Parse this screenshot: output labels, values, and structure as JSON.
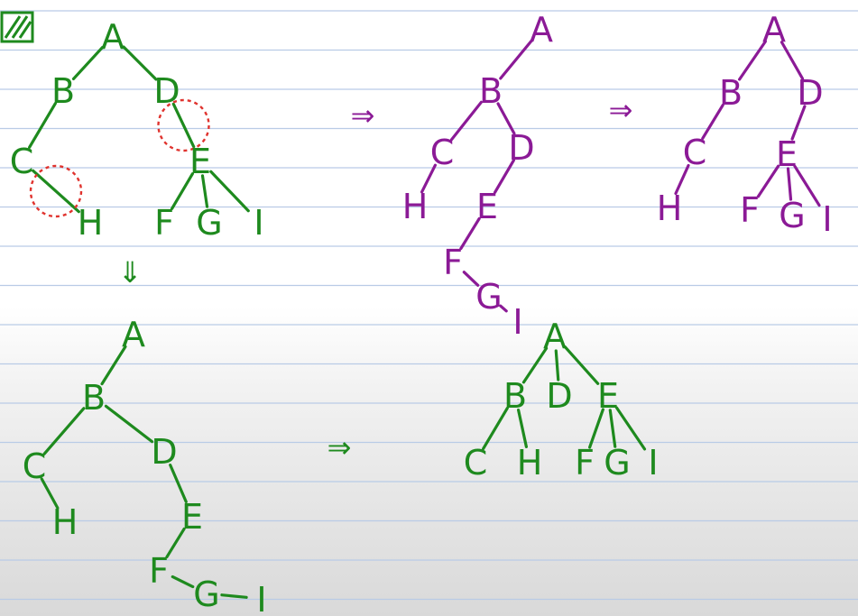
{
  "colors": {
    "green": "#1e8a1e",
    "purple": "#8b1a96",
    "marker": "#e0332e",
    "rule": "#b9cbe6"
  },
  "icons": {
    "corner": "hatched-box-icon"
  },
  "trees": [
    {
      "id": "tree-original",
      "color": "green",
      "nodes": [
        {
          "id": "A",
          "label": "A"
        },
        {
          "id": "B",
          "label": "B"
        },
        {
          "id": "D",
          "label": "D"
        },
        {
          "id": "C",
          "label": "C"
        },
        {
          "id": "E",
          "label": "E"
        },
        {
          "id": "H",
          "label": "H"
        },
        {
          "id": "F",
          "label": "F"
        },
        {
          "id": "G",
          "label": "G"
        },
        {
          "id": "I",
          "label": "I"
        }
      ],
      "edges": [
        [
          "A",
          "B"
        ],
        [
          "A",
          "D"
        ],
        [
          "B",
          "C"
        ],
        [
          "D",
          "E"
        ],
        [
          "C",
          "H"
        ],
        [
          "E",
          "F"
        ],
        [
          "E",
          "G"
        ],
        [
          "E",
          "I"
        ]
      ],
      "circled_edges": [
        [
          "D",
          "E"
        ],
        [
          "C",
          "H"
        ]
      ]
    },
    {
      "id": "tree-binary-purple",
      "color": "purple",
      "nodes": [
        {
          "id": "A",
          "label": "A"
        },
        {
          "id": "B",
          "label": "B"
        },
        {
          "id": "C",
          "label": "C"
        },
        {
          "id": "D",
          "label": "D"
        },
        {
          "id": "H",
          "label": "H"
        },
        {
          "id": "E",
          "label": "E"
        },
        {
          "id": "F",
          "label": "F"
        },
        {
          "id": "G",
          "label": "G"
        },
        {
          "id": "I",
          "label": "I"
        }
      ],
      "edges": [
        [
          "A",
          "B"
        ],
        [
          "B",
          "C"
        ],
        [
          "B",
          "D"
        ],
        [
          "C",
          "H"
        ],
        [
          "D",
          "E"
        ],
        [
          "E",
          "F"
        ],
        [
          "F",
          "G"
        ],
        [
          "G",
          "I"
        ]
      ]
    },
    {
      "id": "tree-restored-purple",
      "color": "purple",
      "nodes": [
        {
          "id": "A",
          "label": "A"
        },
        {
          "id": "B",
          "label": "B"
        },
        {
          "id": "D",
          "label": "D"
        },
        {
          "id": "C",
          "label": "C"
        },
        {
          "id": "E",
          "label": "E"
        },
        {
          "id": "H",
          "label": "H"
        },
        {
          "id": "F",
          "label": "F"
        },
        {
          "id": "G",
          "label": "G"
        },
        {
          "id": "I",
          "label": "I"
        }
      ],
      "edges": [
        [
          "A",
          "B"
        ],
        [
          "A",
          "D"
        ],
        [
          "B",
          "C"
        ],
        [
          "D",
          "E"
        ],
        [
          "C",
          "H"
        ],
        [
          "E",
          "F"
        ],
        [
          "E",
          "G"
        ],
        [
          "E",
          "I"
        ]
      ]
    },
    {
      "id": "tree-binary-green",
      "color": "green",
      "nodes": [
        {
          "id": "A",
          "label": "A"
        },
        {
          "id": "B",
          "label": "B"
        },
        {
          "id": "C",
          "label": "C"
        },
        {
          "id": "D",
          "label": "D"
        },
        {
          "id": "H",
          "label": "H"
        },
        {
          "id": "E",
          "label": "E"
        },
        {
          "id": "F",
          "label": "F"
        },
        {
          "id": "G",
          "label": "G"
        },
        {
          "id": "I",
          "label": "I"
        }
      ],
      "edges": [
        [
          "A",
          "B"
        ],
        [
          "B",
          "C"
        ],
        [
          "B",
          "D"
        ],
        [
          "C",
          "H"
        ],
        [
          "D",
          "E"
        ],
        [
          "E",
          "F"
        ],
        [
          "F",
          "G"
        ],
        [
          "G",
          "I"
        ]
      ]
    },
    {
      "id": "tree-flat-green",
      "color": "green",
      "nodes": [
        {
          "id": "A",
          "label": "A"
        },
        {
          "id": "B",
          "label": "B"
        },
        {
          "id": "D",
          "label": "D"
        },
        {
          "id": "E",
          "label": "E"
        },
        {
          "id": "C",
          "label": "C"
        },
        {
          "id": "H",
          "label": "H"
        },
        {
          "id": "F",
          "label": "F"
        },
        {
          "id": "G",
          "label": "G"
        },
        {
          "id": "I",
          "label": "I"
        }
      ],
      "edges": [
        [
          "A",
          "B"
        ],
        [
          "A",
          "D"
        ],
        [
          "A",
          "E"
        ],
        [
          "B",
          "C"
        ],
        [
          "B",
          "H"
        ],
        [
          "E",
          "F"
        ],
        [
          "E",
          "G"
        ],
        [
          "E",
          "I"
        ]
      ]
    }
  ],
  "arrows": [
    {
      "id": "arrow-1",
      "symbol": "⇒",
      "color": "purple"
    },
    {
      "id": "arrow-2",
      "symbol": "⇒",
      "color": "purple"
    },
    {
      "id": "arrow-3",
      "symbol": "⇓",
      "color": "green"
    },
    {
      "id": "arrow-4",
      "symbol": "⇒",
      "color": "green"
    }
  ]
}
